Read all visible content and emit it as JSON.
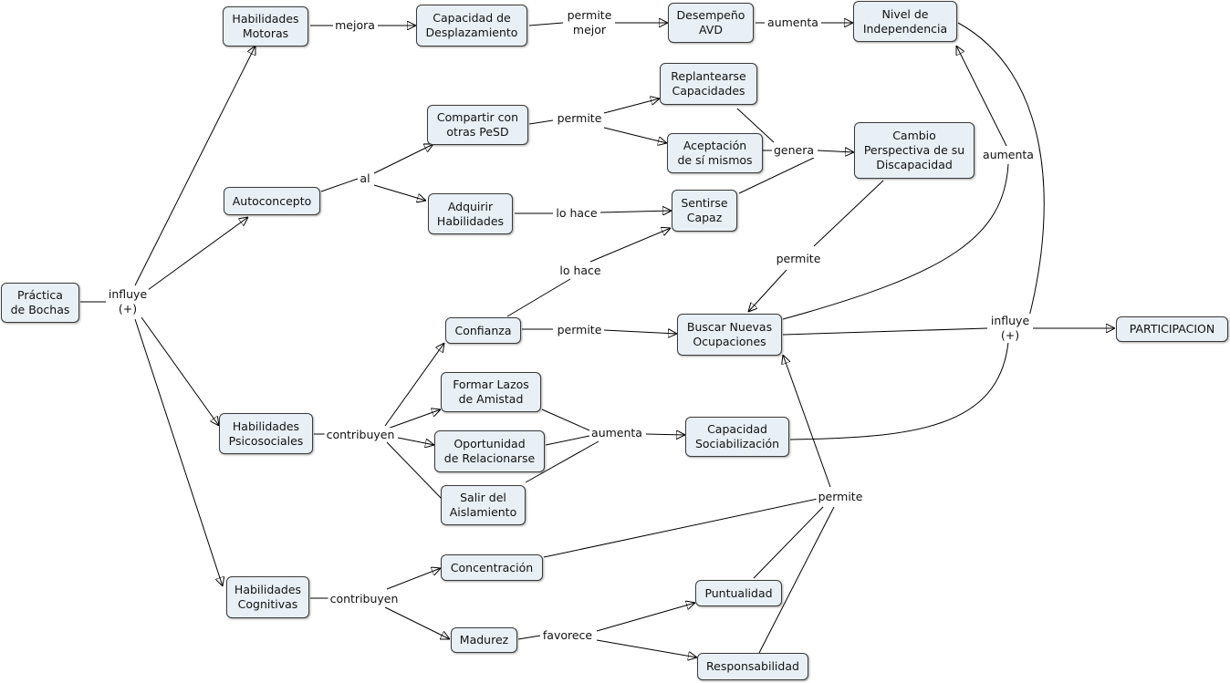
{
  "nodes": {
    "practica": "Práctica\nde Bochas",
    "hab_motoras": "Habilidades\nMotoras",
    "cap_desplaz": "Capacidad de\nDesplazamiento",
    "desempeno": "Desempeño\nAVD",
    "nivel_indep": "Nivel de\nIndependencia",
    "autoconcepto": "Autoconcepto",
    "compartir": "Compartir con\notras PeSD",
    "adquirir": "Adquirir\nHabilidades",
    "replantearse": "Replantearse\nCapacidades",
    "aceptacion": "Aceptación\nde sí mismos",
    "sentirse": "Sentirse\nCapaz",
    "cambio": "Cambio\nPerspectiva de su\nDiscapacidad",
    "confianza": "Confianza",
    "buscar": "Buscar Nuevas\nOcupaciones",
    "participacion": "PARTICIPACION",
    "formar": "Formar Lazos\nde Amistad",
    "oportunidad": "Oportunidad\nde Relacionarse",
    "salir": "Salir del\nAislamiento",
    "cap_social": "Capacidad\nSociabilización",
    "hab_psico": "Habilidades\nPsicosociales",
    "hab_cogn": "Habilidades\nCognitivas",
    "concentracion": "Concentración",
    "madurez": "Madurez",
    "puntualidad": "Puntualidad",
    "responsabilidad": "Responsabilidad"
  },
  "links": {
    "influye1": "influye\n(+)",
    "mejora": "mejora",
    "permite_mejor": "permite\nmejor",
    "aumenta_top": "aumenta",
    "al": "al",
    "permite_compartir": "permite",
    "lo_hace1": "lo hace",
    "genera": "genera",
    "aumenta_right": "aumenta",
    "permite_cambio": "permite",
    "lo_hace2": "lo hace",
    "permite_confianza": "permite",
    "influye2": "influye\n(+)",
    "contribuyen1": "contribuyen",
    "aumenta_mid": "aumenta",
    "permite_bottom": "permite",
    "contribuyen2": "contribuyen",
    "favorece": "favorece"
  }
}
